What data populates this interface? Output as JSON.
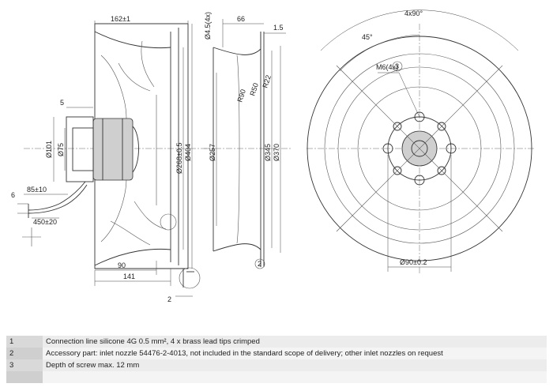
{
  "side_view": {
    "dim_162": "162±1",
    "dim_5": "5",
    "dim_101": "Ø101",
    "dim_75": "Ø75",
    "dim_268": "Ø268±0.5",
    "dim_404": "Ø404",
    "dim_85": "85±10",
    "dim_6": "6",
    "dim_450": "450±20",
    "dim_90": "90",
    "dim_141": "141",
    "dim_2": "2"
  },
  "nozzle_view": {
    "dim_45_4x": "Ø4.5(4x)",
    "dim_66": "66",
    "dim_1_5": "1.5",
    "r90": "R90",
    "r50": "R50",
    "r22": "R22",
    "dim_257": "Ø257",
    "dim_345": "Ø345",
    "dim_370": "Ø370",
    "marker_2": "2"
  },
  "front_view": {
    "angle_4x90": "4x90°",
    "angle_45": "45°",
    "thread_m6": "M6(4x)",
    "marker_3": "3",
    "dim_90_02": "Ø90±0.2"
  },
  "notes": [
    {
      "num": "1",
      "text": "Connection line silicone 4G 0.5 mm², 4 x brass lead tips crimped"
    },
    {
      "num": "2",
      "text": "Accessory part: inlet nozzle 54476-2-4013, not included in the standard scope of delivery; other inlet nozzles on request"
    },
    {
      "num": "3",
      "text": "Depth of screw max. 12 mm"
    }
  ]
}
